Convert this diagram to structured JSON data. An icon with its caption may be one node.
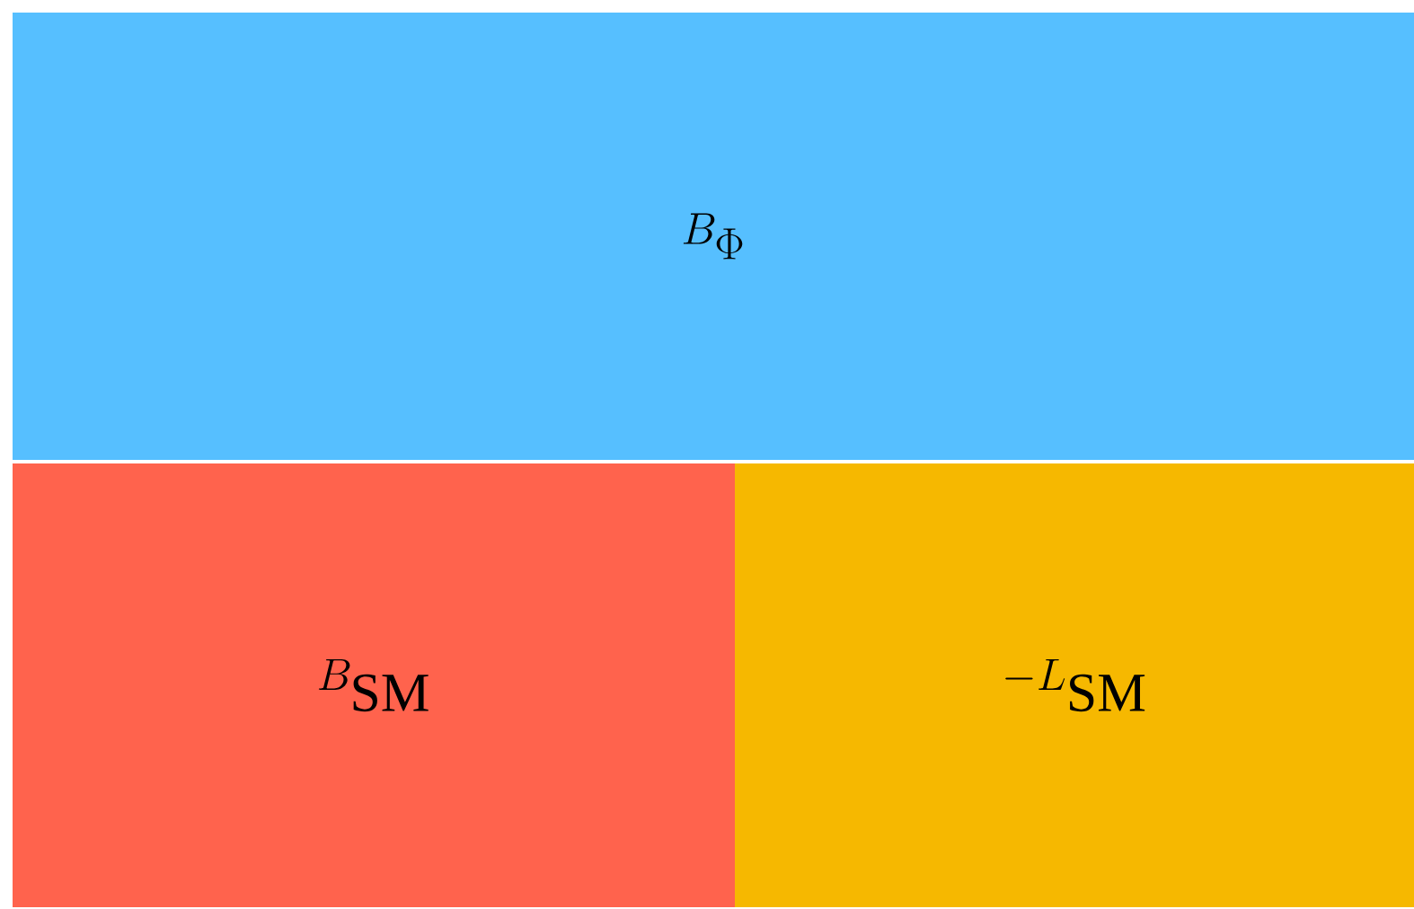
{
  "diagram": {
    "nodes": [
      {
        "text": [
          "B_\\Phi"
        ]
      },
      {
        "text": [
          "B_{\\mathrm{SM}}"
        ]
      },
      {
        "text": [
          "-L_{\\mathrm{SM}}"
        ]
      }
    ]
  }
}
